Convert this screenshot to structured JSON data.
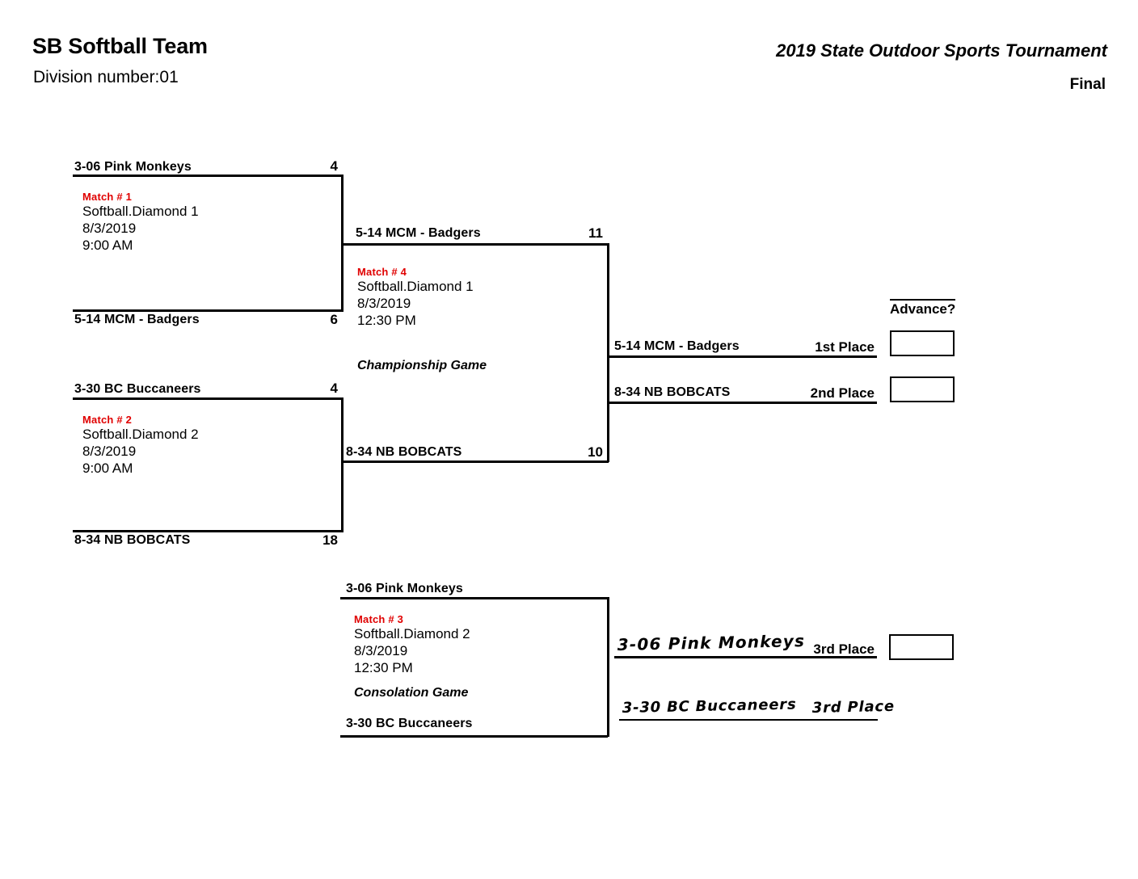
{
  "header": {
    "team_title": "SB Softball Team",
    "division": "Division number:01",
    "tournament": "2019 State Outdoor Sports Tournament",
    "round": "Final"
  },
  "advance": {
    "header": "Advance?"
  },
  "matches": [
    {
      "id": "match-1",
      "number": "Match # 1",
      "location": "Softball.Diamond 1",
      "date": "8/3/2019",
      "time": "9:00 AM",
      "game_label": "",
      "top_team": "3-06 Pink Monkeys",
      "top_score": "4",
      "bottom_team": "5-14 MCM - Badgers",
      "bottom_score": "6"
    },
    {
      "id": "match-2",
      "number": "Match # 2",
      "location": "Softball.Diamond 2",
      "date": "8/3/2019",
      "time": "9:00 AM",
      "game_label": "",
      "top_team": "3-30 BC Buccaneers",
      "top_score": "4",
      "bottom_team": "8-34 NB BOBCATS",
      "bottom_score": "18"
    },
    {
      "id": "match-4",
      "number": "Match # 4",
      "location": "Softball.Diamond 1",
      "date": "8/3/2019",
      "time": "12:30 PM",
      "game_label": "Championship Game",
      "top_team": "5-14 MCM - Badgers",
      "top_score": "11",
      "bottom_team": "8-34 NB BOBCATS",
      "bottom_score": "10"
    },
    {
      "id": "match-3",
      "number": "Match # 3",
      "location": "Softball.Diamond 2",
      "date": "8/3/2019",
      "time": "12:30 PM",
      "game_label": "Consolation Game",
      "top_team": "3-06 Pink Monkeys",
      "top_score": "",
      "bottom_team": "3-30 BC Buccaneers",
      "bottom_score": ""
    }
  ],
  "placements": [
    {
      "id": "first-place",
      "team": "5-14 MCM - Badgers",
      "label": "1st Place",
      "handwritten": false,
      "has_box": true
    },
    {
      "id": "second-place",
      "team": "8-34 NB BOBCATS",
      "label": "2nd Place",
      "handwritten": false,
      "has_box": true
    },
    {
      "id": "third-place-a",
      "team": "3-06 Pink Monkeys",
      "label": "3rd Place",
      "handwritten": true,
      "has_box": true
    },
    {
      "id": "third-place-b",
      "team": "3-30 BC Buccaneers",
      "label": "3rd Place",
      "handwritten": true,
      "has_box": false
    }
  ],
  "colors": {
    "ink": "#000000",
    "match_number": "#e00000",
    "paper": "#ffffff"
  }
}
